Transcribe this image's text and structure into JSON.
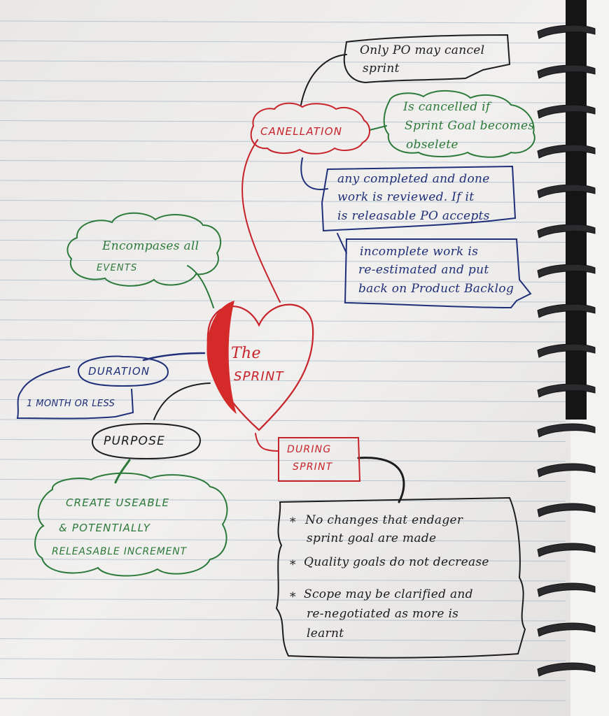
{
  "center": {
    "title_line1": "The",
    "title_line2": "SPRINT"
  },
  "cancellation": {
    "heading": "CANELLATION",
    "po_cancel": [
      "Only PO may cancel",
      "sprint"
    ],
    "obsolete": [
      "Is cancelled if",
      "Sprint Goal becomes",
      "obselete"
    ],
    "reviewed": [
      "any completed and done",
      "work is reviewed. If it",
      "is releasable PO accepts"
    ],
    "reestimated": [
      "incomplete work is",
      "re-estimated and put",
      "back on Product Backlog"
    ]
  },
  "encompasses": {
    "lines": [
      "Encompases all",
      "EVENTS"
    ]
  },
  "duration": {
    "heading": "DURATION",
    "value": "1 MONTH OR LESS"
  },
  "purpose": {
    "heading": "PURPOSE",
    "lines": [
      "CREATE USEABLE",
      "& POTENTIALLY",
      "RELEASABLE INCREMENT"
    ]
  },
  "during_sprint": {
    "heading": [
      "DURING",
      "SPRINT"
    ],
    "bullets": [
      [
        "No changes that endager",
        "sprint goal are made"
      ],
      [
        "Quality goals do not decrease"
      ],
      [
        "Scope may be clarified and",
        "re-negotiated as more is",
        "learnt"
      ]
    ],
    "bullet_symbol": "*"
  },
  "colors": {
    "red": "#c8232a",
    "green": "#2c7a3a",
    "blue": "#1f2f7a",
    "black": "#1d1d1f"
  }
}
